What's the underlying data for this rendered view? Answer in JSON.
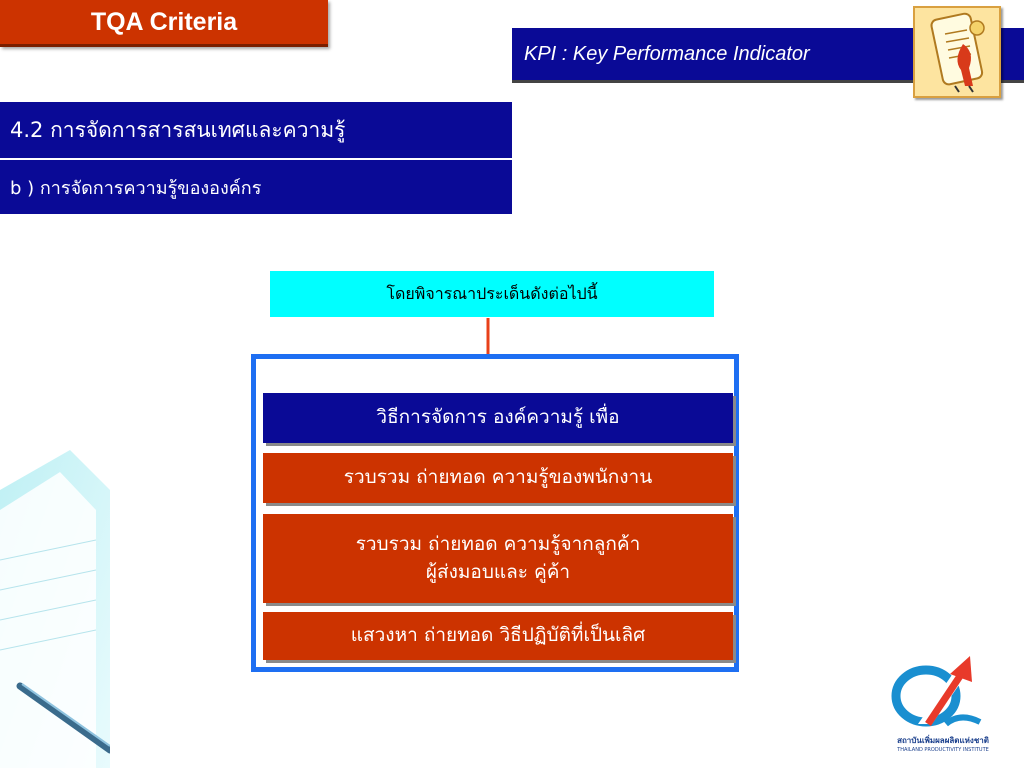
{
  "header": {
    "title": "TQA Criteria",
    "subtitle": "KPI : Key Performance Indicator",
    "clipart_icon": "scroll-character-icon"
  },
  "section": {
    "heading": "4.2 การจัดการสารสนเทศและความรู้",
    "subheading": "b ) การจัดการความรู้ขององค์กร"
  },
  "diagram": {
    "intro": "โดยพิจารณาประเด็นดังต่อไปนี้",
    "title_box": "วิธีการจัดการ องค์ความรู้ เพื่อ",
    "items": [
      {
        "line1": "รวบรวม ถ่ายทอด ความรู้ของพนักงาน",
        "line2": ""
      },
      {
        "line1": "รวบรวม ถ่ายทอด ความรู้จากลูกค้า",
        "line2": "ผู้ส่งมอบและ คู่ค้า"
      },
      {
        "line1": "แสวงหา ถ่ายทอด วิธีปฏิบัติที่เป็นเลิศ",
        "line2": ""
      }
    ]
  },
  "footer": {
    "logo_text_th": "สถาบันเพิ่มผลผลิตแห่งชาติ",
    "logo_text_en": "THAILAND PRODUCTIVITY INSTITUTE"
  },
  "colors": {
    "navy": "#0a0a96",
    "orange_red": "#cc3300",
    "cyan": "#00ffff",
    "frame_blue": "#1e6ff2"
  }
}
